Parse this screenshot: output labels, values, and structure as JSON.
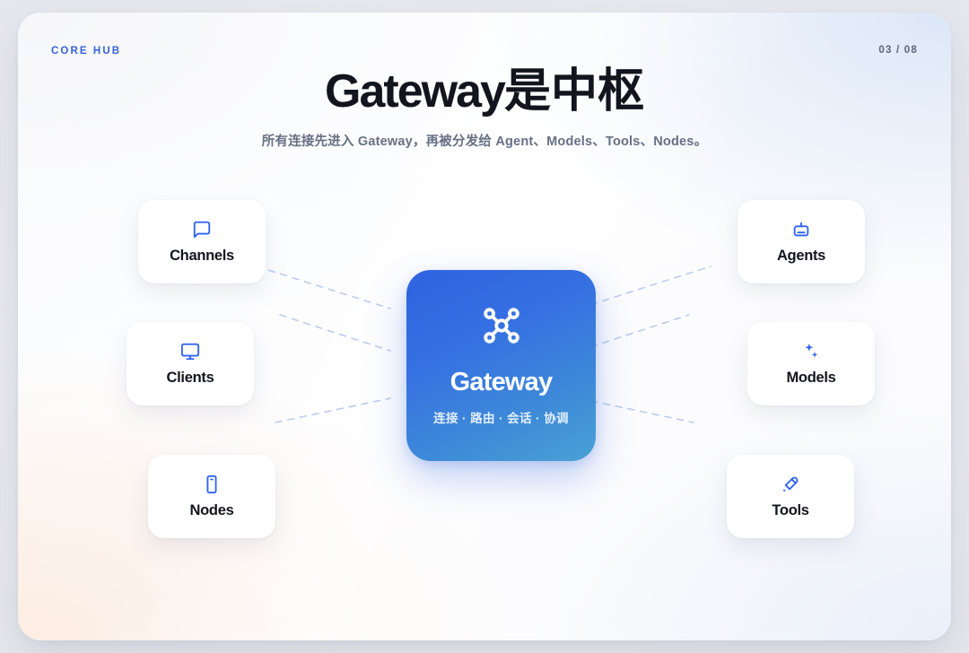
{
  "header": {
    "eyebrow": "CORE HUB",
    "pager": "03 / 08"
  },
  "title": {
    "en": "Gateway",
    "cn": "是中枢"
  },
  "subtitle": "所有连接先进入 Gateway，再被分发给 Agent、Models、Tools、Nodes。",
  "hub": {
    "icon": "network-hub-icon",
    "title": "Gateway",
    "subtitle": "连接 · 路由 · 会话 · 协调"
  },
  "left_cards": [
    {
      "id": "channels",
      "label": "Channels",
      "icon": "message-square-icon"
    },
    {
      "id": "clients",
      "label": "Clients",
      "icon": "monitor-icon"
    },
    {
      "id": "nodes",
      "label": "Nodes",
      "icon": "smartphone-icon"
    }
  ],
  "right_cards": [
    {
      "id": "agents",
      "label": "Agents",
      "icon": "bot-icon"
    },
    {
      "id": "models",
      "label": "Models",
      "icon": "sparkles-icon"
    },
    {
      "id": "tools",
      "label": "Tools",
      "icon": "wrench-icon"
    }
  ],
  "colors": {
    "accent": "#2f62ef",
    "eyebrow": "#3562d6",
    "ink": "#12151d",
    "muted": "#667084",
    "hub_from": "#2f62e0",
    "hub_to": "#49a2d4",
    "connector": "#b9c9ee"
  }
}
